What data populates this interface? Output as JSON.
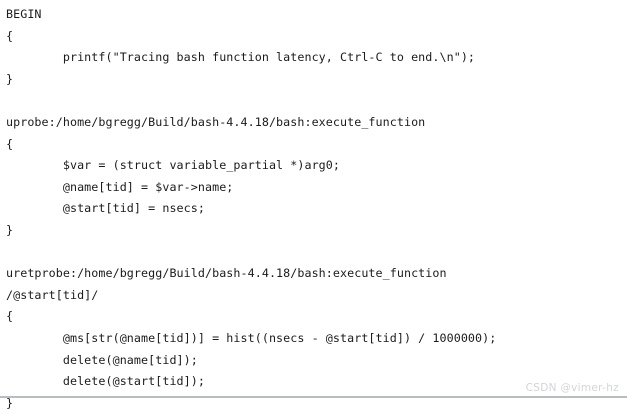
{
  "page": {
    "background_color": "#ffffff",
    "text_color": "#1b1b1b",
    "rule_color": "#b9bdc0",
    "language": "bpftrace"
  },
  "code": {
    "lines": [
      "BEGIN",
      "{",
      "        printf(\"Tracing bash function latency, Ctrl-C to end.\\n\");",
      "}",
      "",
      "uprobe:/home/bgregg/Build/bash-4.4.18/bash:execute_function",
      "{",
      "        $var = (struct variable_partial *)arg0;",
      "        @name[tid] = $var->name;",
      "        @start[tid] = nsecs;",
      "}",
      "",
      "uretprobe:/home/bgregg/Build/bash-4.4.18/bash:execute_function",
      "/@start[tid]/",
      "{",
      "        @ms[str(@name[tid])] = hist((nsecs - @start[tid]) / 1000000);",
      "        delete(@name[tid]);",
      "        delete(@start[tid]);",
      "}"
    ]
  },
  "watermark": {
    "text": "CSDN @vimer-hz",
    "color": "#d2d4d6"
  }
}
